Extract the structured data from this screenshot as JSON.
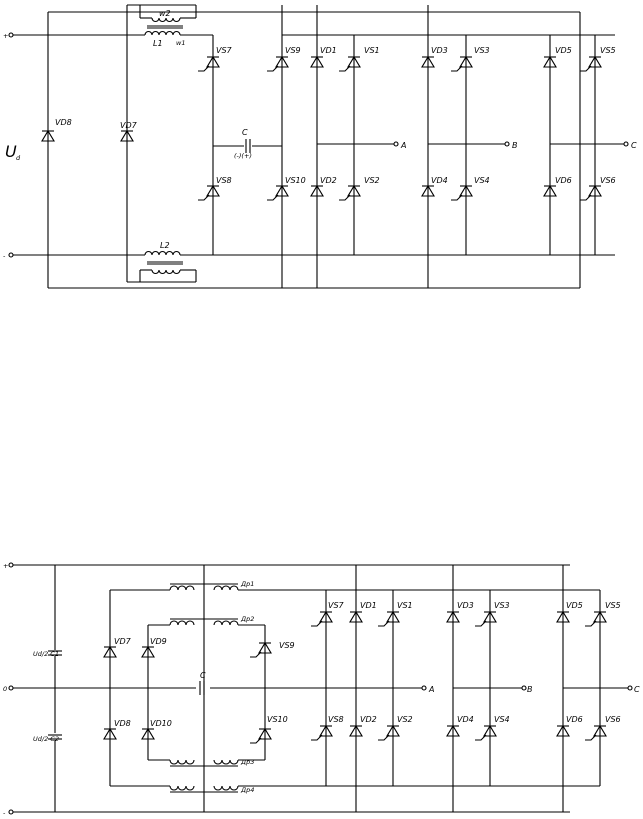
{
  "top": {
    "ud": "U",
    "ud_sub": "d",
    "plus": "+",
    "minus": "-",
    "components": {
      "VD8": "VD8",
      "VD7": "VD7",
      "L1": "L1",
      "W1": "w1",
      "W2": "w2",
      "L2": "L2",
      "VS7": "VS7",
      "VS8": "VS8",
      "VS9": "VS9",
      "VS10": "VS10",
      "C": "C",
      "C_pol": "(-)(+)",
      "VD1": "VD1",
      "VD2": "VD2",
      "VS1": "VS1",
      "VS2": "VS2",
      "VD3": "VD3",
      "VD4": "VD4",
      "VS3": "VS3",
      "VS4": "VS4",
      "VD5": "VD5",
      "VD6": "VD6",
      "VS5": "VS5",
      "VS6": "VS6"
    },
    "outputs": [
      "A",
      "B",
      "C"
    ]
  },
  "bottom": {
    "plus": "+",
    "minus": "-",
    "mid": "0",
    "components": {
      "C1": "Ud/2 C1",
      "C2": "Ud/2 C2",
      "Dr1": "Др1",
      "Dr2": "Др2",
      "Dr3": "Др3",
      "Dr4": "Др4",
      "VD7": "VD7",
      "VD8": "VD8",
      "VD9": "VD9",
      "VD10": "VD10",
      "VS9": "VS9",
      "VS10": "VS10",
      "C": "C",
      "VS7": "VS7",
      "VS8": "VS8",
      "VD1": "VD1",
      "VD2": "VD2",
      "VS1": "VS1",
      "VS2": "VS2",
      "VD3": "VD3",
      "VD4": "VD4",
      "VS3": "VS3",
      "VS4": "VS4",
      "VD5": "VD5",
      "VD6": "VD6",
      "VS5": "VS5",
      "VS6": "VS6"
    },
    "outputs": [
      "A",
      "B",
      "C"
    ]
  }
}
